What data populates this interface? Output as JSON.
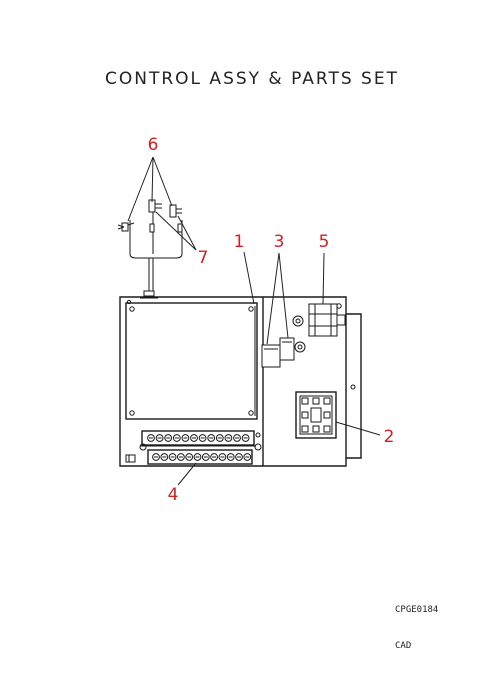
{
  "title": "CONTROL ASSY & PARTS SET",
  "callouts": {
    "c1": "1",
    "c2": "2",
    "c3": "3",
    "c4": "4",
    "c5": "5",
    "c6": "6",
    "c7": "7"
  },
  "footer": {
    "code": "CPGE0184",
    "cad": "CAD"
  },
  "colors": {
    "callout": "#d42020",
    "line": "#1a1a1a"
  }
}
